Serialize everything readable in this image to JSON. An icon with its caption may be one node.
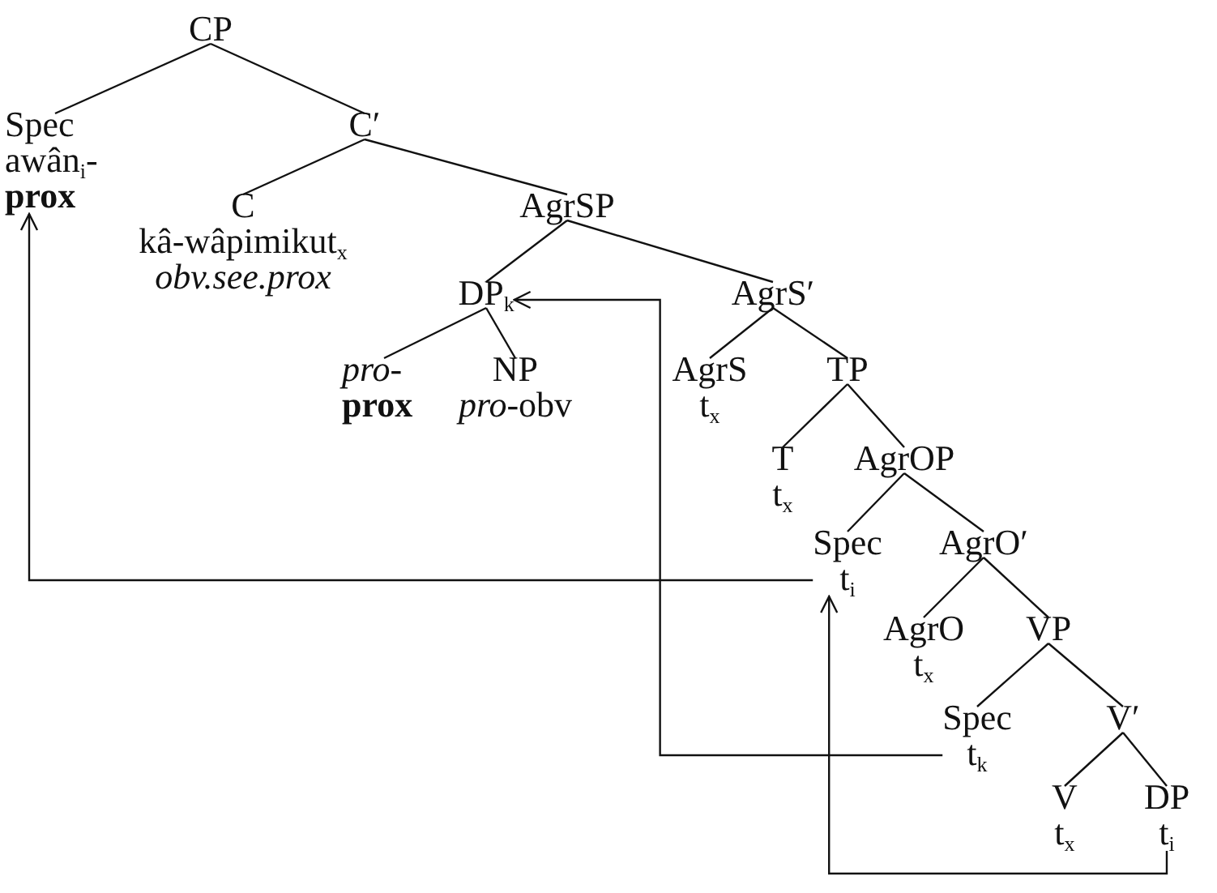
{
  "diagram": {
    "nodes": [
      {
        "text": [
          "CP"
        ]
      },
      {
        "text": [
          "Spec",
          "awân$_{i}$- **prox**"
        ]
      },
      {
        "text": [
          "C′"
        ]
      },
      {
        "text": [
          "C",
          "kâ-wâpimikut$_{x}$",
          "obv.see.prox"
        ]
      },
      {
        "text": [
          "AgrSP"
        ]
      },
      {
        "text": [
          "DP$_{k}$"
        ]
      },
      {
        "text": [
          "AgrS′"
        ]
      },
      {
        "text": [
          "*pro*- **prox**"
        ]
      },
      {
        "text": [
          "NP",
          "*pro*-obv"
        ]
      },
      {
        "text": [
          "AgrS",
          "t$_{x}$"
        ]
      },
      {
        "text": [
          "TP"
        ]
      },
      {
        "text": [
          "T",
          "t$_{x}$"
        ]
      },
      {
        "text": [
          "AgrOP"
        ]
      },
      {
        "text": [
          "Spec",
          "t$_{i}$"
        ]
      },
      {
        "text": [
          "AgrO′"
        ]
      },
      {
        "text": [
          "AgrO",
          "t$_{x}$"
        ]
      },
      {
        "text": [
          "VP"
        ]
      },
      {
        "text": [
          "Spec",
          "t$_{k}$"
        ]
      },
      {
        "text": [
          "V′"
        ]
      },
      {
        "text": [
          "V",
          "t$_{x}$"
        ]
      },
      {
        "text": [
          "DP",
          "t$_{i}$"
        ]
      }
    ],
    "edges": [
      {
        "from": 0,
        "to": 1,
        "arrow": "none"
      },
      {
        "from": 0,
        "to": 2,
        "arrow": "none"
      },
      {
        "from": 2,
        "to": 3,
        "arrow": "none"
      },
      {
        "from": 2,
        "to": 4,
        "arrow": "none"
      },
      {
        "from": 4,
        "to": 5,
        "arrow": "none"
      },
      {
        "from": 4,
        "to": 6,
        "arrow": "none"
      },
      {
        "from": 5,
        "to": 7,
        "arrow": "none"
      },
      {
        "from": 5,
        "to": 8,
        "arrow": "none"
      },
      {
        "from": 6,
        "to": 9,
        "arrow": "none"
      },
      {
        "from": 6,
        "to": 10,
        "arrow": "none"
      },
      {
        "from": 10,
        "to": 11,
        "arrow": "none"
      },
      {
        "from": 10,
        "to": 12,
        "arrow": "none"
      },
      {
        "from": 12,
        "to": 13,
        "arrow": "none"
      },
      {
        "from": 12,
        "to": 14,
        "arrow": "none"
      },
      {
        "from": 14,
        "to": 15,
        "arrow": "none"
      },
      {
        "from": 14,
        "to": 16,
        "arrow": "none"
      },
      {
        "from": 16,
        "to": 17,
        "arrow": "none"
      },
      {
        "from": 16,
        "to": 18,
        "arrow": "none"
      },
      {
        "from": 18,
        "to": 19,
        "arrow": "none"
      },
      {
        "from": 18,
        "to": 20,
        "arrow": "none"
      },
      {
        "from": 20,
        "to": 13,
        "arrow": "to"
      },
      {
        "from": 13,
        "to": 1,
        "arrow": "to"
      },
      {
        "from": 17,
        "to": 5,
        "arrow": "to"
      }
    ]
  }
}
